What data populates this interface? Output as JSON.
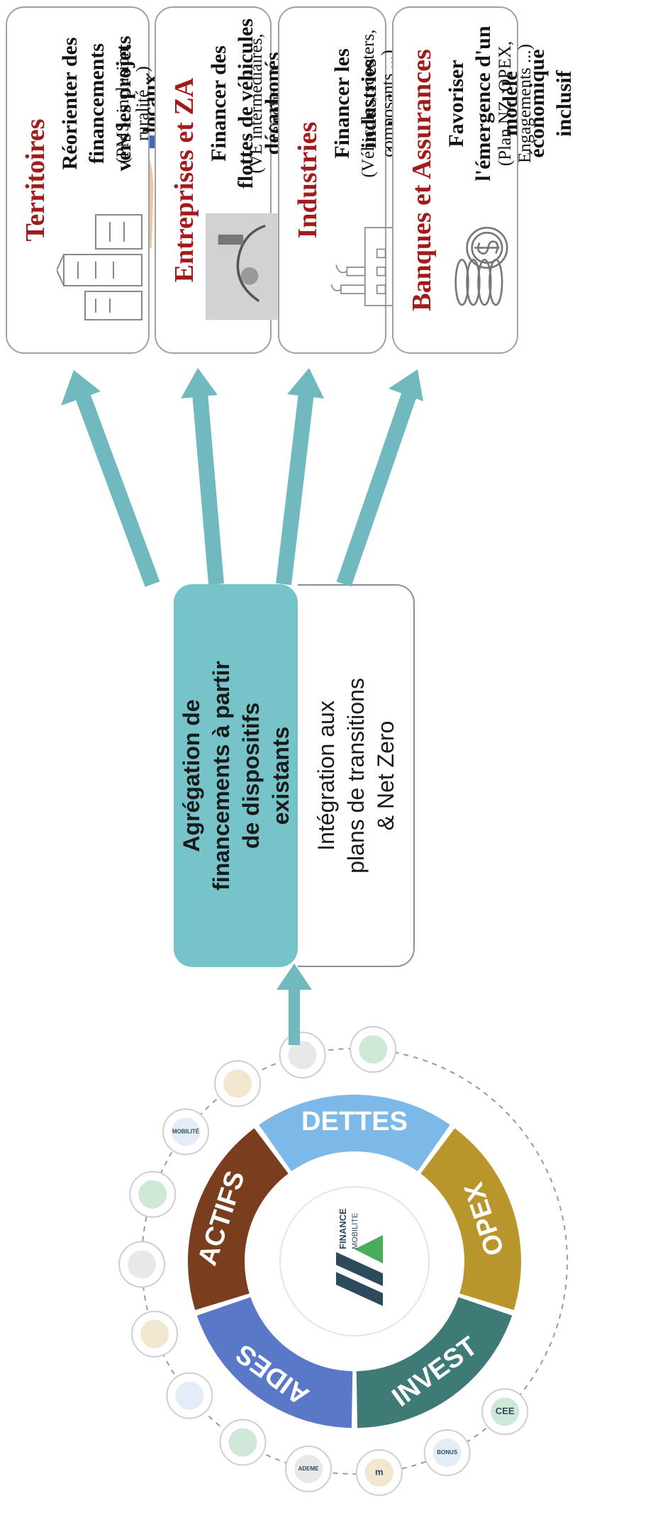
{
  "wheel": {
    "segments": [
      {
        "label": "DETTES",
        "color": "#7cb8e8"
      },
      {
        "label": "OPEX",
        "color": "#b8962b"
      },
      {
        "label": "INVEST",
        "color": "#3e7a76"
      },
      {
        "label": "AIDES",
        "color": "#5a78c8"
      },
      {
        "label": "ACTIFS",
        "color": "#7a3e1e"
      }
    ],
    "logo": {
      "line1": "FINANCE",
      "line2": "MOBILITE"
    },
    "badges": [
      {
        "name": "cee-badge",
        "text": "CEE"
      },
      {
        "name": "bonus-badge",
        "text": "BONUS"
      },
      {
        "name": "m-badge",
        "text": "m"
      },
      {
        "name": "ademe-badge",
        "text": "ADEME"
      },
      {
        "name": "phone-badge",
        "text": ""
      },
      {
        "name": "eco-badge",
        "text": ""
      },
      {
        "name": "database-badge",
        "text": ""
      },
      {
        "name": "document-badge",
        "text": ""
      },
      {
        "name": "loan-badge",
        "text": ""
      },
      {
        "name": "mobility-badge",
        "text": "MOBILITÉ"
      },
      {
        "name": "bank-badge",
        "text": ""
      },
      {
        "name": "grow-badge",
        "text": ""
      },
      {
        "name": "credit-badge",
        "text": ""
      }
    ]
  },
  "aggregation": {
    "line1": "Agrégation de",
    "line2": "financements à partir",
    "line3": "de dispositifs",
    "line4": "existants"
  },
  "integration": {
    "line1": "Intégration aux",
    "line2": "plans de transitions",
    "line3": "& Net Zero"
  },
  "coin_symbol": "€",
  "cards": [
    {
      "title": "Territoires",
      "desc1": "Réorienter des financements",
      "desc2": "vers les projets locaux",
      "note": "(PMS, inclusion, ruralité ...)"
    },
    {
      "title": "Entreprises et ZA",
      "desc1": "Financer des flottes de véhicules",
      "desc2": "décarbonés",
      "note": "(VE intermédiaires, rétrofit ...)"
    },
    {
      "title": "Industries",
      "desc1": "Financer les industries écologiques",
      "desc2": "",
      "note": "(Véhicules, scooters, composants ...)"
    },
    {
      "title": "Banques et Assurances",
      "desc1": "Favoriser l'émergence d'un modèle",
      "desc2": "économique inclusif",
      "note": "(Plan NZ, OPEX, Engagements ...)"
    }
  ],
  "colors": {
    "arrow": "#6fb9bf",
    "title_red": "#a31a1a",
    "teal_box": "#76c3c9"
  }
}
